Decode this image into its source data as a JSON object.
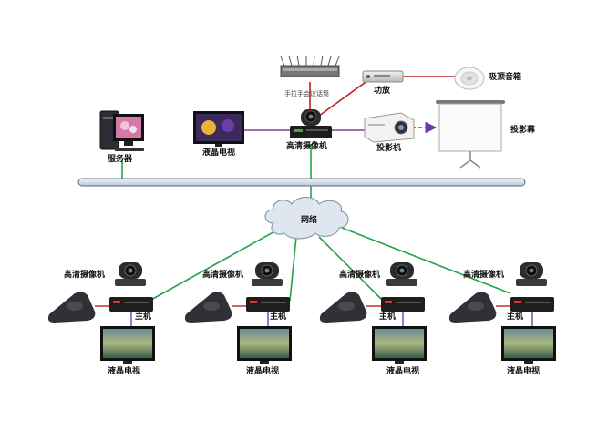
{
  "top": {
    "mixer_label": "手拉手会议话筒",
    "amp_label": "功放",
    "ceiling_speaker_label": "吸顶音箱",
    "server_label": "服务器",
    "lcd_tv_label": "液晶电视",
    "hd_camera_label": "高清摄像机",
    "projector_label": "投影机",
    "screen_label": "投影幕"
  },
  "network": {
    "cloud_label": "网络"
  },
  "sites": [
    {
      "camera_label": "高清摄像机",
      "host_label": "主机",
      "tv_label": "液晶电视"
    },
    {
      "camera_label": "高清摄像机",
      "host_label": "主机",
      "tv_label": "液晶电视"
    },
    {
      "camera_label": "高清摄像机",
      "host_label": "主机",
      "tv_label": "液晶电视"
    },
    {
      "camera_label": "高清摄像机",
      "host_label": "主机",
      "tv_label": "液晶电视"
    }
  ],
  "colors": {
    "bus_fill": "#e6edf5",
    "bus_stroke": "#5a6c85",
    "green_link": "#22a34a",
    "red_link": "#c02020",
    "purple_link": "#7a3fa0",
    "dashed_link": "#6a3ea8",
    "cloud_fill": "#dfe6ef"
  }
}
